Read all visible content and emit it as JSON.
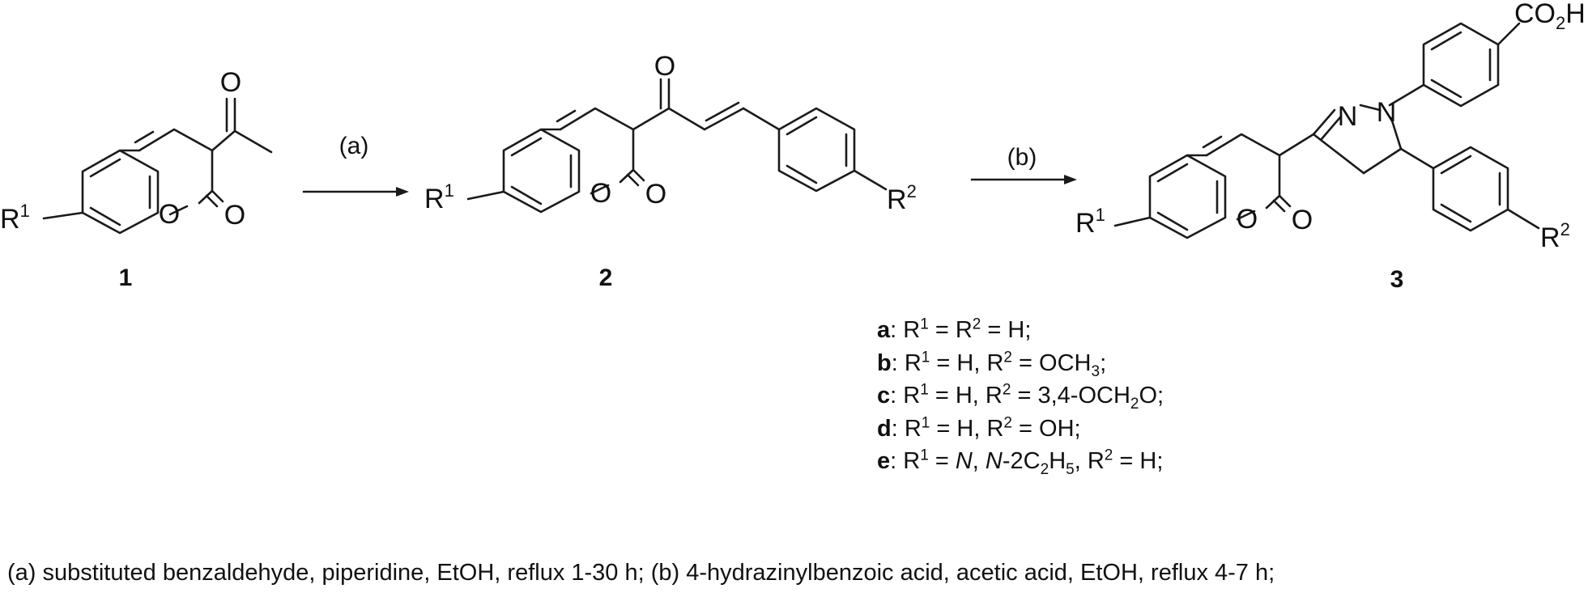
{
  "compounds": {
    "c1": {
      "number": "1",
      "R1": "R",
      "R1_sup": "1"
    },
    "c2": {
      "number": "2",
      "R1": "R",
      "R1_sup": "1",
      "R2": "R",
      "R2_sup": "2"
    },
    "c3": {
      "number": "3",
      "R1": "R",
      "R1_sup": "1",
      "R2": "R",
      "R2_sup": "2",
      "acid": "CO",
      "acid_sub": "2",
      "acid_end": "H"
    }
  },
  "atoms": {
    "oxygen": "O",
    "nitrogen": "N"
  },
  "reactions": {
    "step_a": "(a)",
    "step_b": "(b)"
  },
  "legend": [
    {
      "key": "a",
      "parts": [
        ": R",
        "1",
        " = R",
        "2",
        " = H;"
      ]
    },
    {
      "key": "b",
      "parts": [
        ": R",
        "1",
        " = H, R",
        "2",
        " = OCH",
        "3",
        ";"
      ]
    },
    {
      "key": "c",
      "parts": [
        ": R",
        "1",
        " = H, R",
        "2",
        " = 3,4-OCH",
        "2",
        "O;"
      ]
    },
    {
      "key": "d",
      "parts": [
        ": R",
        "1",
        " = H, R",
        "2",
        " = OH;"
      ]
    },
    {
      "key": "e",
      "parts": [
        ": R",
        "1",
        " = ",
        "N",
        ", ",
        "N",
        "-2C",
        "2",
        "H",
        "5",
        ", R",
        "2",
        " = H;"
      ]
    }
  ],
  "footnote": "(a) substituted benzaldehyde, piperidine, EtOH, reflux 1-30 h; (b) 4-hydrazinylbenzoic acid, acetic acid, EtOH, reflux 4-7 h;"
}
